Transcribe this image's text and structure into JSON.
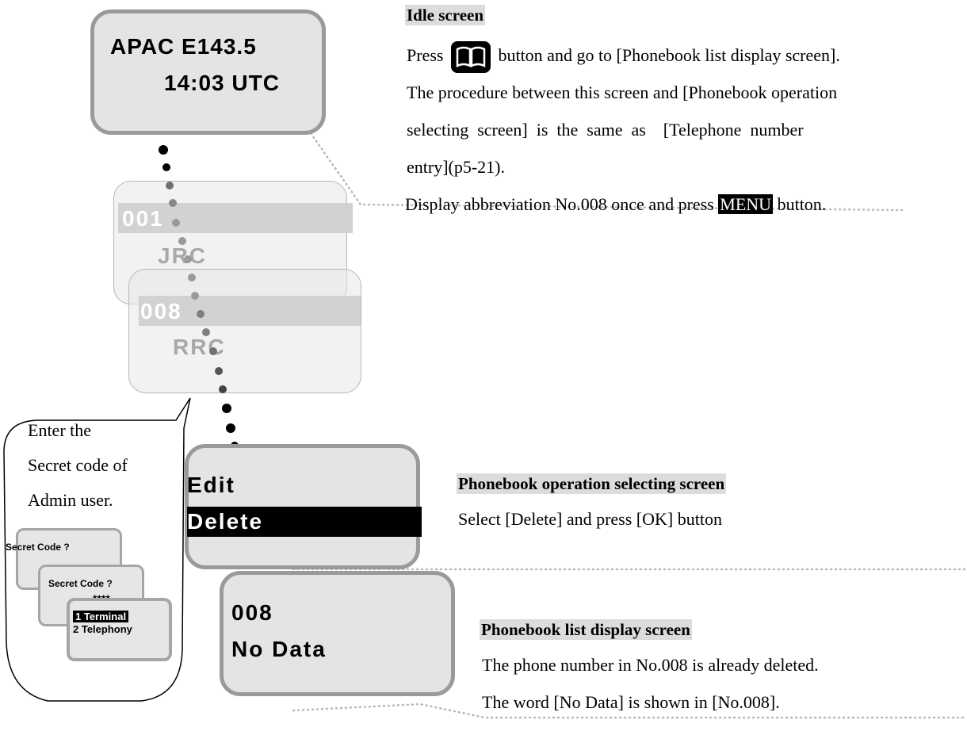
{
  "idle_screen": {
    "line1": "APAC E143.5",
    "line2": "14:03 UTC"
  },
  "ghost_screens": [
    {
      "number": "001",
      "name": "JRC"
    },
    {
      "number": "008",
      "name": "RRC"
    }
  ],
  "operation_screen": {
    "item1": "Edit",
    "item2": "Delete"
  },
  "list_screen": {
    "line1": "008",
    "line2": "No Data"
  },
  "bubble": {
    "lines": [
      "Enter the",
      "Secret code of",
      "Admin user."
    ],
    "mini1": "Secret Code ?",
    "mini2_line1": "Secret Code ?",
    "mini2_line2": "****",
    "mini3_item1": "1 Terminal",
    "mini3_item2": "2 Telephony"
  },
  "idle_desc": {
    "title": "Idle screen",
    "line1_before": "Press",
    "line1_after": "button and go to [Phonebook list display screen].",
    "line2": "The procedure between this screen and [Phonebook operation",
    "line3": "selecting  screen]  is  the  same  as    [Telephone  number",
    "line4": "entry](p5-21).",
    "line5_before": "Display abbreviation No.008 once and press ",
    "line5_menu": "MENU",
    "line5_after": " button."
  },
  "operation_desc": {
    "title": "Phonebook operation selecting screen",
    "line1": "Select [Delete] and press [OK] button"
  },
  "list_desc": {
    "title": "Phonebook list display screen",
    "line1": "The phone number in No.008 is already deleted.",
    "line2": "The word [No Data] is shown in [No.008]."
  },
  "icons": {
    "phonebook": "phonebook-button-icon"
  }
}
